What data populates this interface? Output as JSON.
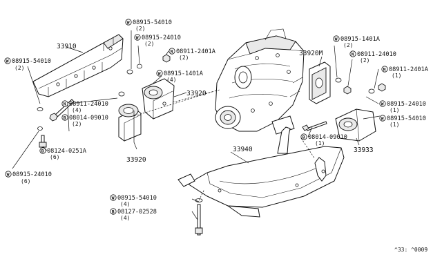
{
  "diagram": {
    "callouts": [
      {
        "id": "c1",
        "prefix": "W",
        "part": "08915-54010",
        "qty": "(2)"
      },
      {
        "id": "c2",
        "prefix": "W",
        "part": "08915-24010",
        "qty": "(2)"
      },
      {
        "id": "c3",
        "prefix": "N",
        "part": "08911-2401A",
        "qty": "(2)"
      },
      {
        "id": "c4",
        "prefix": "W",
        "part": "08915-54010",
        "qty": "(2)"
      },
      {
        "id": "c5",
        "prefix": "W",
        "part": "08915-1401A",
        "qty": "(4)"
      },
      {
        "id": "c6",
        "prefix": "N",
        "part": "08911-24010",
        "qty": "(4)"
      },
      {
        "id": "c7",
        "prefix": "B",
        "part": "08014-09010",
        "qty": "(2)"
      },
      {
        "id": "c8",
        "prefix": "B",
        "part": "08124-0251A",
        "qty": "(6)"
      },
      {
        "id": "c9",
        "prefix": "W",
        "part": "08915-24010",
        "qty": "(6)"
      },
      {
        "id": "c10",
        "prefix": "W",
        "part": "08915-1401A",
        "qty": "(2)"
      },
      {
        "id": "c11",
        "prefix": "N",
        "part": "08911-24010",
        "qty": "(2)"
      },
      {
        "id": "c12",
        "prefix": "N",
        "part": "08911-2401A",
        "qty": "(1)"
      },
      {
        "id": "c13",
        "prefix": "W",
        "part": "08915-24010",
        "qty": "(1)"
      },
      {
        "id": "c14",
        "prefix": "W",
        "part": "08915-54010",
        "qty": "(1)"
      },
      {
        "id": "c15",
        "prefix": "B",
        "part": "08014-09010",
        "qty": "(1)"
      },
      {
        "id": "c16",
        "prefix": "W",
        "part": "08915-54010",
        "qty": "(4)"
      },
      {
        "id": "c17",
        "prefix": "B",
        "part": "08127-02528",
        "qty": "(4)"
      }
    ],
    "part_labels": {
      "p33910": "33910",
      "p33920a": "33920",
      "p33920b": "33920",
      "p33920m": "33920M",
      "p33940": "33940",
      "p33933": "33933"
    },
    "footer_code": "^33: ^0009"
  }
}
